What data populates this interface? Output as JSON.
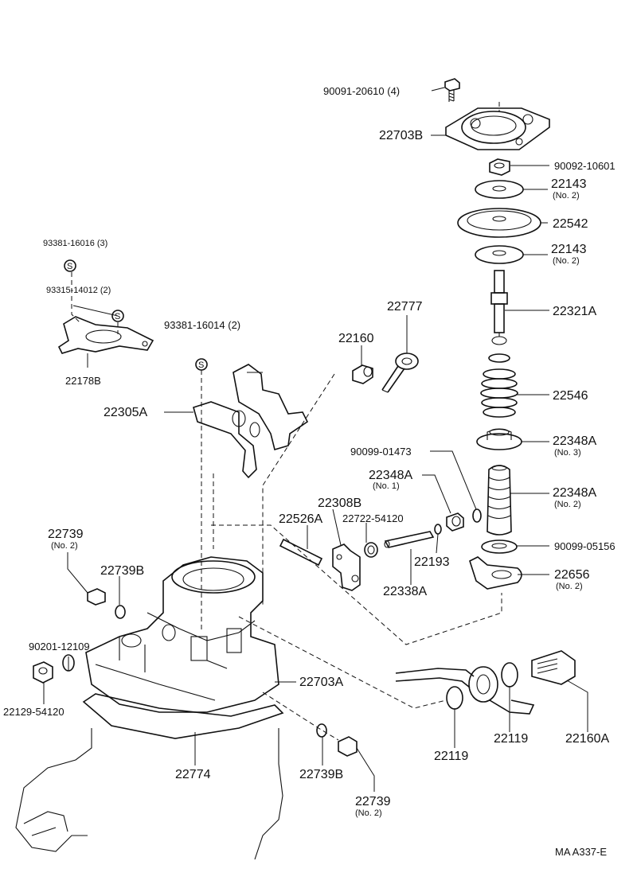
{
  "diagram": {
    "callouts": {
      "bolt_top": "90091-20610 (4)",
      "cover": "22703B",
      "nut": "90092-10601",
      "washer_upper": "22143",
      "washer_upper_note": "(No. 2)",
      "diaphragm": "22542",
      "washer_lower": "22143",
      "washer_lower_note": "(No. 2)",
      "shaft": "22321A",
      "spring": "22546",
      "seat_no3": "22348A",
      "seat_no3_note": "(No. 3)",
      "screw_left": "93381-16016 (3)",
      "screw_left2": "93315-14012 (2)",
      "bracket_left": "22178B",
      "screw_mid": "93381-16014 (2)",
      "lever_assy": "22305A",
      "plug_22160": "22160",
      "bolt_22777": "22777",
      "ring_90099": "90099-01473",
      "seat_no1": "22348A",
      "seat_no1_note": "(No. 1)",
      "boot_no2": "22348A",
      "boot_no2_note": "(No. 2)",
      "lever_22308b": "22308B",
      "pin_22526a": "22526A",
      "pin_22722": "22722-54120",
      "oring_22193": "22193",
      "pin_22338a": "22338A",
      "washer_90099_05156": "90099-05156",
      "bracket_22656": "22656",
      "bracket_22656_note": "(No. 2)",
      "plug_22739_left": "22739",
      "plug_22739_left_note": "(No. 2)",
      "gasket_22739b_left": "22739B",
      "plug_90201": "90201-12109",
      "plug_22129": "22129-54120",
      "housing": "22703A",
      "gasket_22774": "22774",
      "gasket_22739b_right": "22739B",
      "plug_22739_right": "22739",
      "plug_22739_right_note": "(No. 2)",
      "washer_22119_a": "22119",
      "washer_22119_b": "22119",
      "bolt_22160a": "22160A"
    },
    "symbol_S": "S",
    "figure_code": "MA  A337-E"
  }
}
